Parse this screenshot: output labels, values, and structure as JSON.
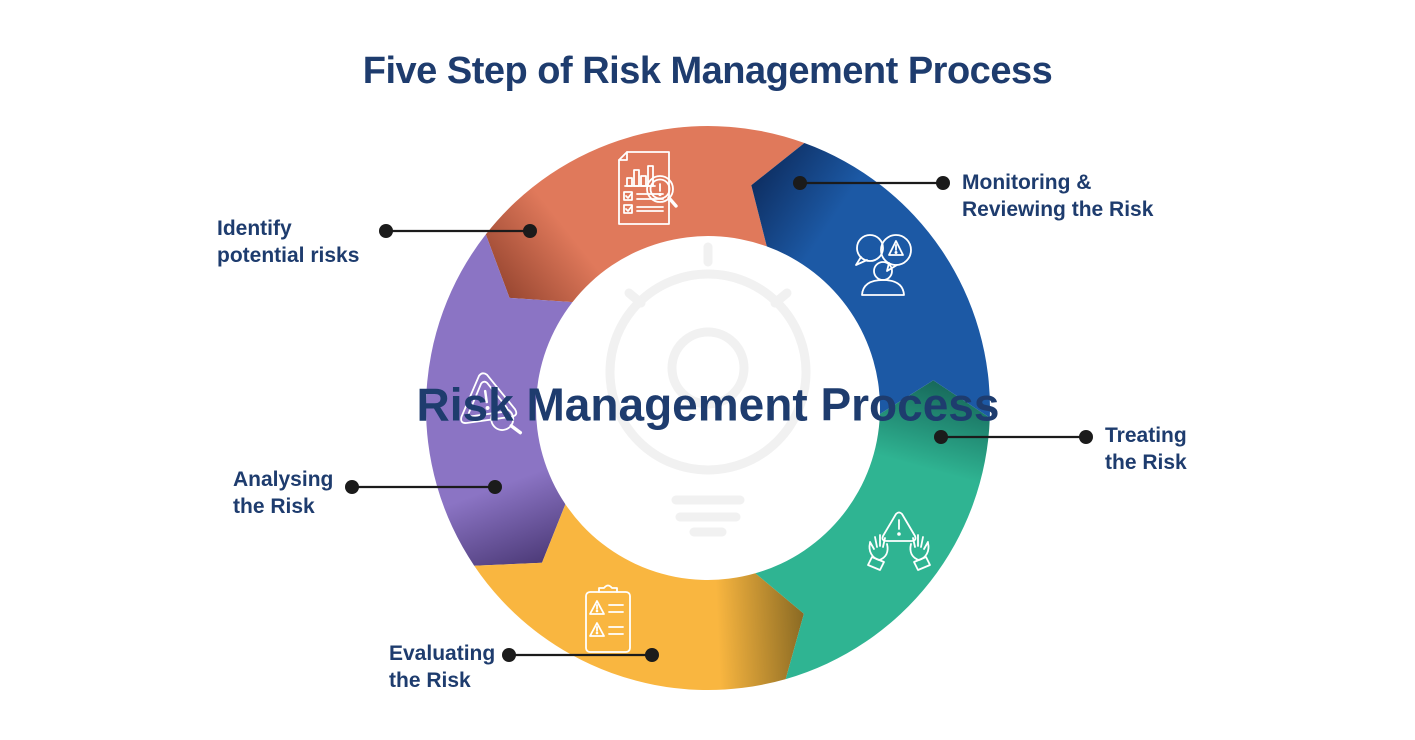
{
  "title": "Five Step of Risk Management Process",
  "center": {
    "line1": "Risk",
    "line2": "Management",
    "line3": "Process"
  },
  "diagram": {
    "type": "cycle",
    "flow_direction": "counterclockwise",
    "step_count": 5
  },
  "colors": {
    "title_text": "#1e3c6e",
    "label_text": "#1e3c6e",
    "connector": "#1b1b1b",
    "background": "#ffffff",
    "icon_stroke": "#ffffff",
    "watermark": "#f1f1f1"
  },
  "steps": [
    {
      "id": "identify",
      "line1": "Identify",
      "line2": "potential risks",
      "label": "Identify potential risks",
      "color": "#e0795b",
      "tip_color": "#9a4832",
      "icon": "report-magnifier-icon",
      "position": "top"
    },
    {
      "id": "analysing",
      "line1": "Analysing",
      "line2": "the Risk",
      "label": "Analysing the Risk",
      "color": "#8b74c4",
      "tip_color": "#4d3b79",
      "icon": "warning-triangle-magnifier-icon",
      "position": "left"
    },
    {
      "id": "evaluating",
      "line1": "Evaluating",
      "line2": "the Risk",
      "label": "Evaluating the Risk",
      "color": "#f9b640",
      "tip_color": "#8a6a23",
      "icon": "clipboard-warning-icon",
      "position": "bottom"
    },
    {
      "id": "treating",
      "line1": "Treating",
      "line2": "the Risk",
      "label": "Treating the Risk",
      "color": "#2fb492",
      "tip_color": "#17695b",
      "icon": "hands-warning-icon",
      "position": "bottom-right"
    },
    {
      "id": "monitoring",
      "line1": "Monitoring &",
      "line2": "Reviewing the Risk",
      "label": "Monitoring & Reviewing the Risk",
      "color": "#1c59a5",
      "tip_color": "#0e2f63",
      "icon": "person-alert-icon",
      "position": "top-right"
    }
  ]
}
